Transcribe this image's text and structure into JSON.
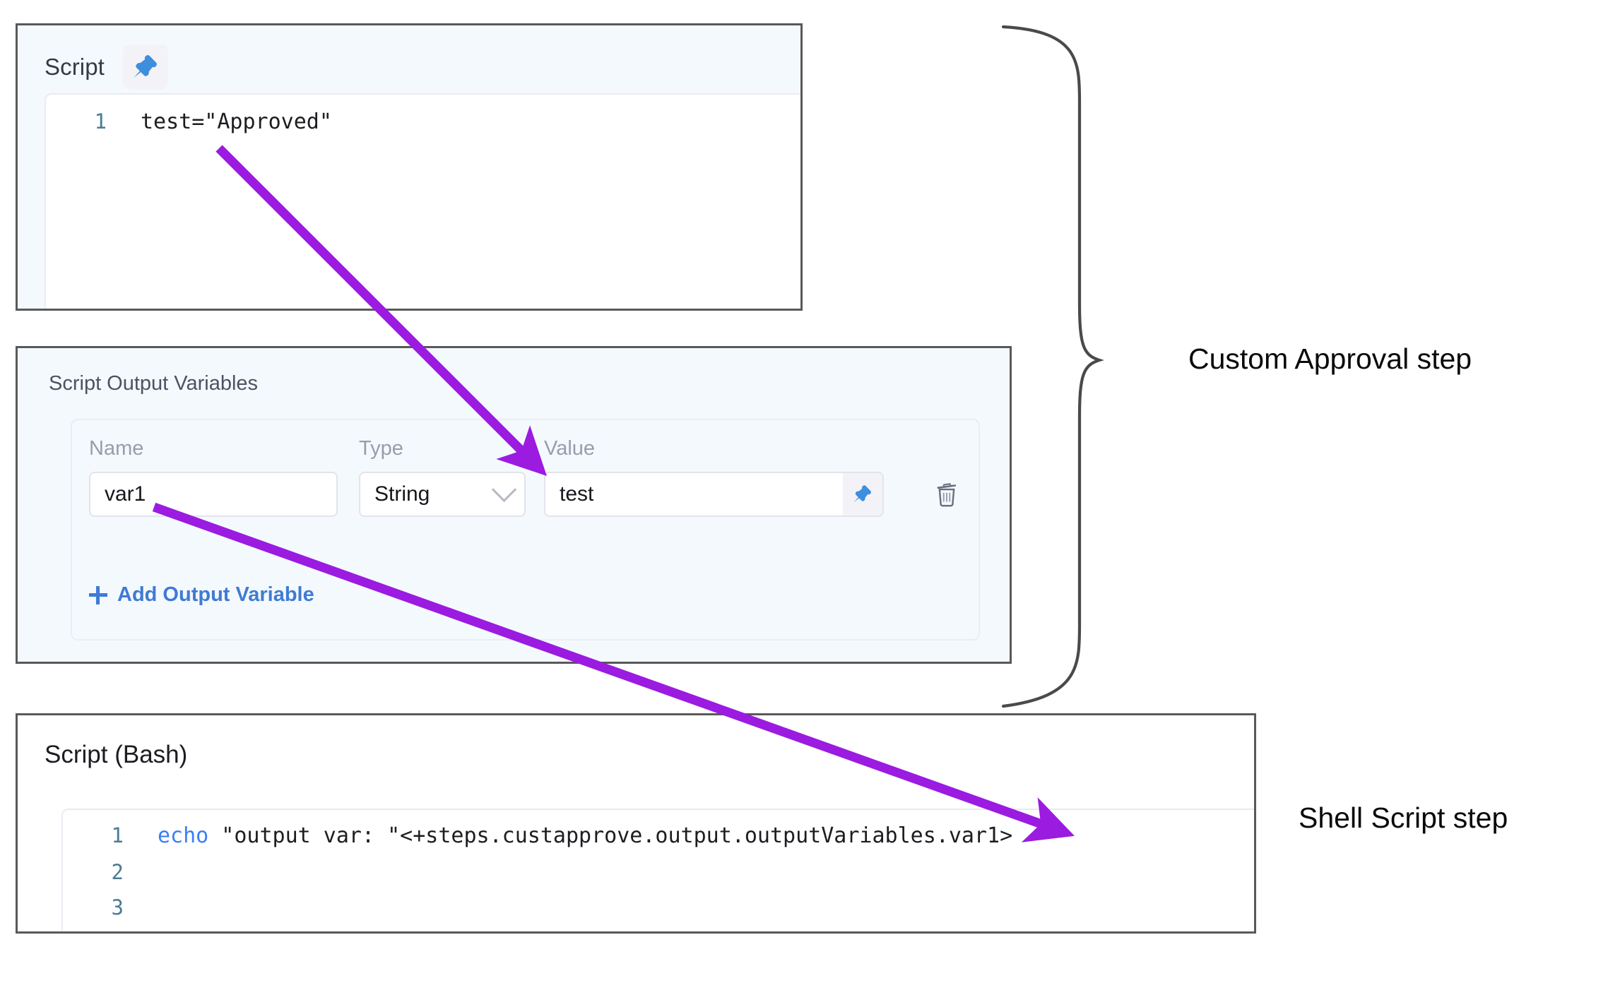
{
  "script_panel": {
    "title": "Script",
    "pin_icon": "pushpin-icon",
    "code": {
      "lines": [
        {
          "number": "1",
          "text": "test=\"Approved\""
        }
      ]
    }
  },
  "output_variables_panel": {
    "title": "Script Output Variables",
    "columns": {
      "name": "Name",
      "type": "Type",
      "value": "Value"
    },
    "rows": [
      {
        "name": "var1",
        "type": "String",
        "value": "test",
        "pin_icon": "pushpin-icon",
        "delete_icon": "trash-icon"
      }
    ],
    "add_variable_label": "Add Output Variable",
    "add_variable_icon": "plus-icon"
  },
  "bash_panel": {
    "title": "Script (Bash)",
    "code": {
      "lines": [
        {
          "number": "1",
          "keyword": "echo",
          "text": " \"output var: \"<+steps.custapprove.output.outputVariables.var1>"
        },
        {
          "number": "2",
          "keyword": "",
          "text": ""
        },
        {
          "number": "3",
          "keyword": "",
          "text": ""
        }
      ]
    }
  },
  "annotations": {
    "brace_label": "Custom Approval step",
    "shell_label": "Shell Script step",
    "arrow_color": "#9b1be0",
    "brace_color": "#4a4a4a",
    "arrows": [
      {
        "name": "script-value-arrow",
        "from": "test=\"Approved\"",
        "to": "Value field"
      },
      {
        "name": "var-name-arrow",
        "from": "var1",
        "to": "outputVariables.var1 expression"
      }
    ]
  }
}
